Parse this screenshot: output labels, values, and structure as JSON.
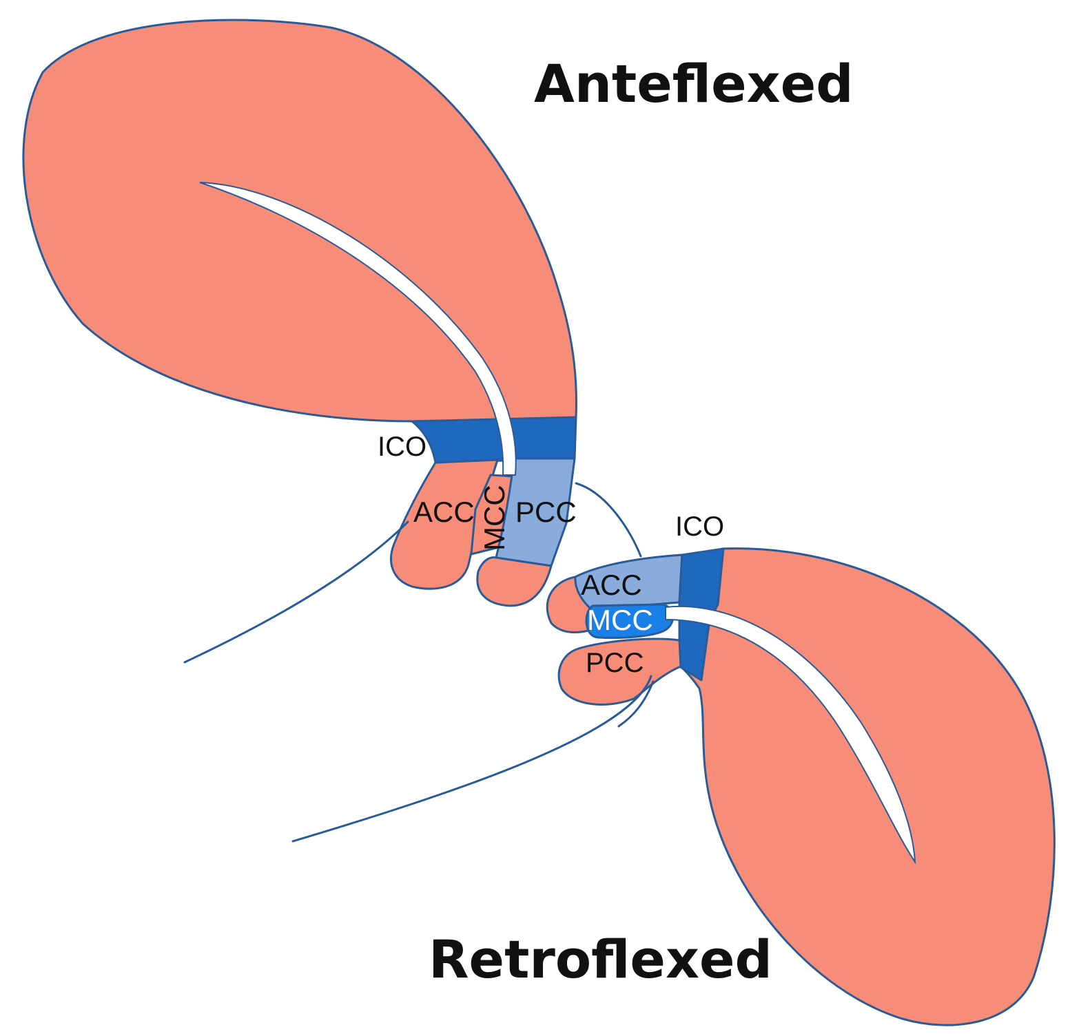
{
  "titles": {
    "anteflexed": "Anteflexed",
    "retroflexed": "Retroflexed"
  },
  "anteflexed_labels": {
    "ico": "ICO",
    "acc": "ACC",
    "mcc": "MCC",
    "pcc": "PCC"
  },
  "retroflexed_labels": {
    "ico": "ICO",
    "acc": "ACC",
    "mcc": "MCC",
    "pcc": "PCC"
  },
  "colors": {
    "tissue": "#f78c78",
    "outline": "#2a5b99",
    "dark_blue": "#1f68bf",
    "light_blue": "#8aacdd",
    "bright_blue": "#1a7fe6",
    "cavity": "#ffffff",
    "text": "#111111",
    "text_on_blue": "#ffffff"
  }
}
